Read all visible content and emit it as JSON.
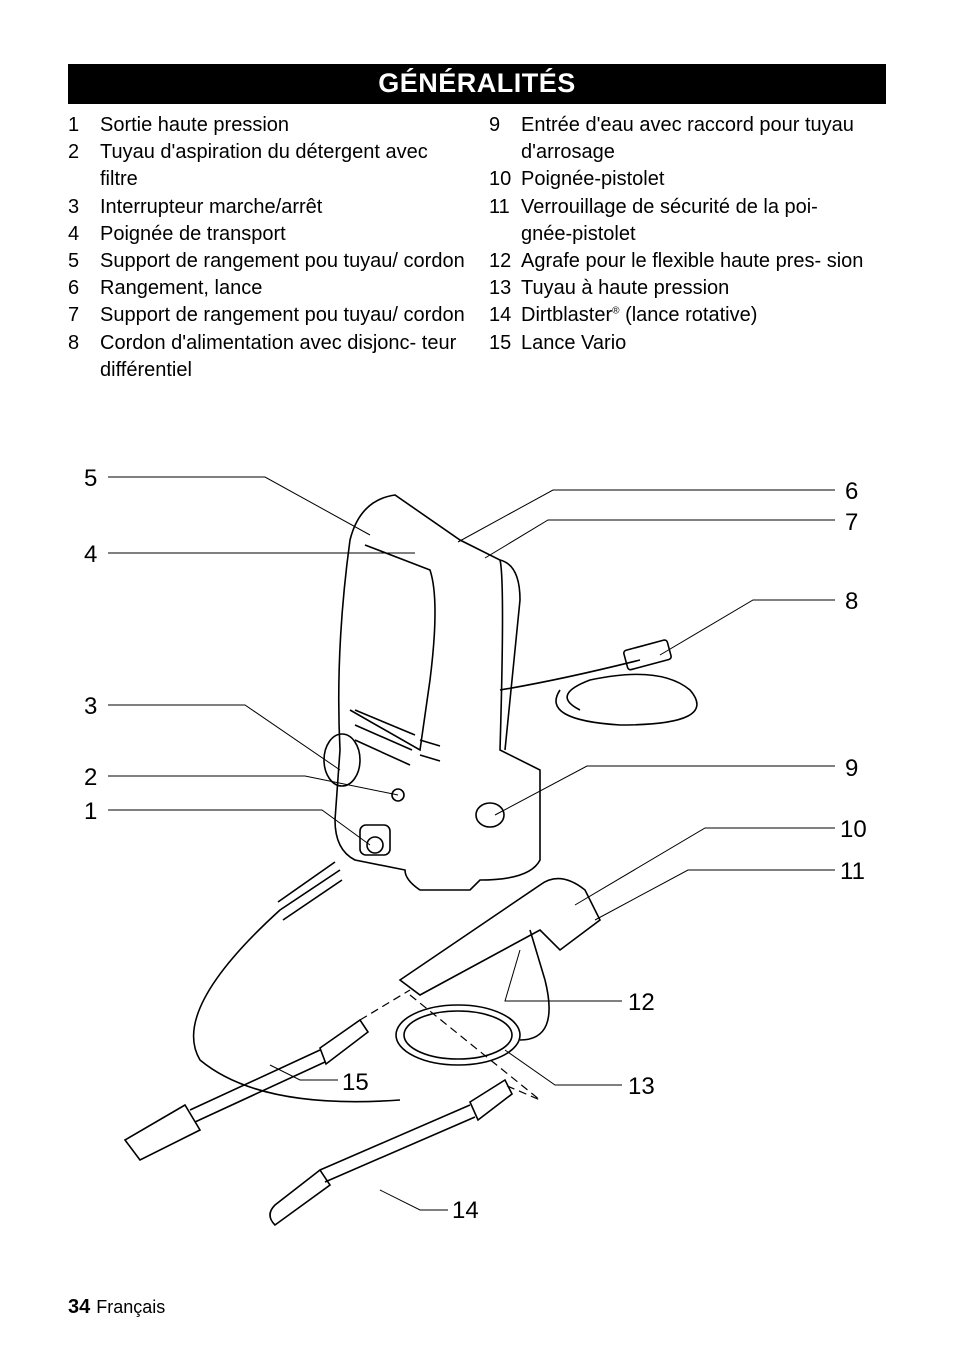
{
  "header": {
    "title": "GÉNÉRALITÉS"
  },
  "parts_left": [
    {
      "num": "1",
      "text": "Sortie haute pression"
    },
    {
      "num": "2",
      "text": "Tuyau d'aspiration du détergent avec filtre"
    },
    {
      "num": "3",
      "text": "Interrupteur marche/arrêt"
    },
    {
      "num": "4",
      "text": "Poignée de transport"
    },
    {
      "num": "5",
      "text": "Support de rangement pou tuyau/ cordon"
    },
    {
      "num": "6",
      "text": "Rangement, lance"
    },
    {
      "num": "7",
      "text": "Support de rangement pou tuyau/ cordon"
    },
    {
      "num": "8",
      "text": "Cordon d'alimentation avec disjonc- teur différentiel"
    }
  ],
  "parts_right": [
    {
      "num": "9",
      "text": "Entrée d'eau avec raccord pour tuyau d'arrosage"
    },
    {
      "num": "10",
      "text": "Poignée-pistolet"
    },
    {
      "num": "11",
      "text": "Verrouillage de sécurité de la poi- gnée-pistolet"
    },
    {
      "num": "12",
      "text": "Agrafe pour le flexible haute pres- sion"
    },
    {
      "num": "13",
      "text": "Tuyau à haute pression"
    },
    {
      "num": "14",
      "text": "Dirtblaster",
      "reg": "®",
      "suffix": " (lance rotative)"
    },
    {
      "num": "15",
      "text": "Lance Vario"
    }
  ],
  "figure": {
    "callouts": [
      "1",
      "2",
      "3",
      "4",
      "5",
      "6",
      "7",
      "8",
      "9",
      "10",
      "11",
      "12",
      "13",
      "14",
      "15"
    ]
  },
  "footer": {
    "page": "34",
    "language": "Français"
  }
}
